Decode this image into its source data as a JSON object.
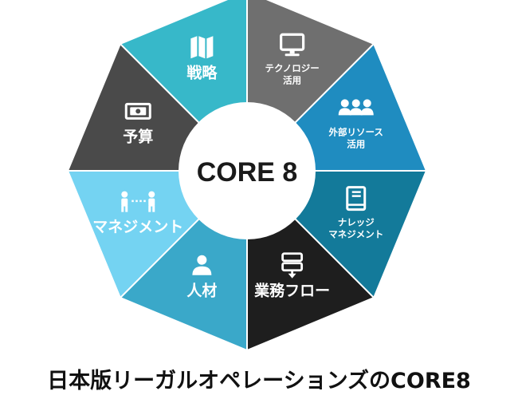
{
  "center": {
    "label": "CORE 8",
    "color": "#1a1a1a"
  },
  "segments": [
    {
      "id": "technology",
      "lines": [
        "テクノロジー",
        "活用"
      ],
      "icon": "monitor-icon",
      "color": "#6f6f6f",
      "text_color": "#ffffff"
    },
    {
      "id": "outsourcing",
      "lines": [
        "外部リソース",
        "活用"
      ],
      "icon": "people-group-icon",
      "color": "#1f8cc0",
      "text_color": "#ffffff"
    },
    {
      "id": "knowledge",
      "lines": [
        "ナレッジ",
        "マネジメント"
      ],
      "icon": "book-icon",
      "color": "#137a9a",
      "text_color": "#ffffff"
    },
    {
      "id": "workflow",
      "lines": [
        "業務フロー"
      ],
      "icon": "flow-icon",
      "color": "#1e1e1e",
      "text_color": "#ffffff"
    },
    {
      "id": "talent",
      "lines": [
        "人材"
      ],
      "icon": "person-icon",
      "color": "#3aa8c9",
      "text_color": "#ffffff"
    },
    {
      "id": "management",
      "lines": [
        "マネジメント"
      ],
      "icon": "people-connect-icon",
      "color": "#74d3f2",
      "text_color": "#ffffff"
    },
    {
      "id": "budget",
      "lines": [
        "予算"
      ],
      "icon": "banknote-icon",
      "color": "#4a4a4a",
      "text_color": "#ffffff"
    },
    {
      "id": "strategy",
      "lines": [
        "戦略"
      ],
      "icon": "map-icon",
      "color": "#37b8c9",
      "text_color": "#ffffff"
    }
  ],
  "caption": "日本版リーガルオペレーションズのCORE8"
}
